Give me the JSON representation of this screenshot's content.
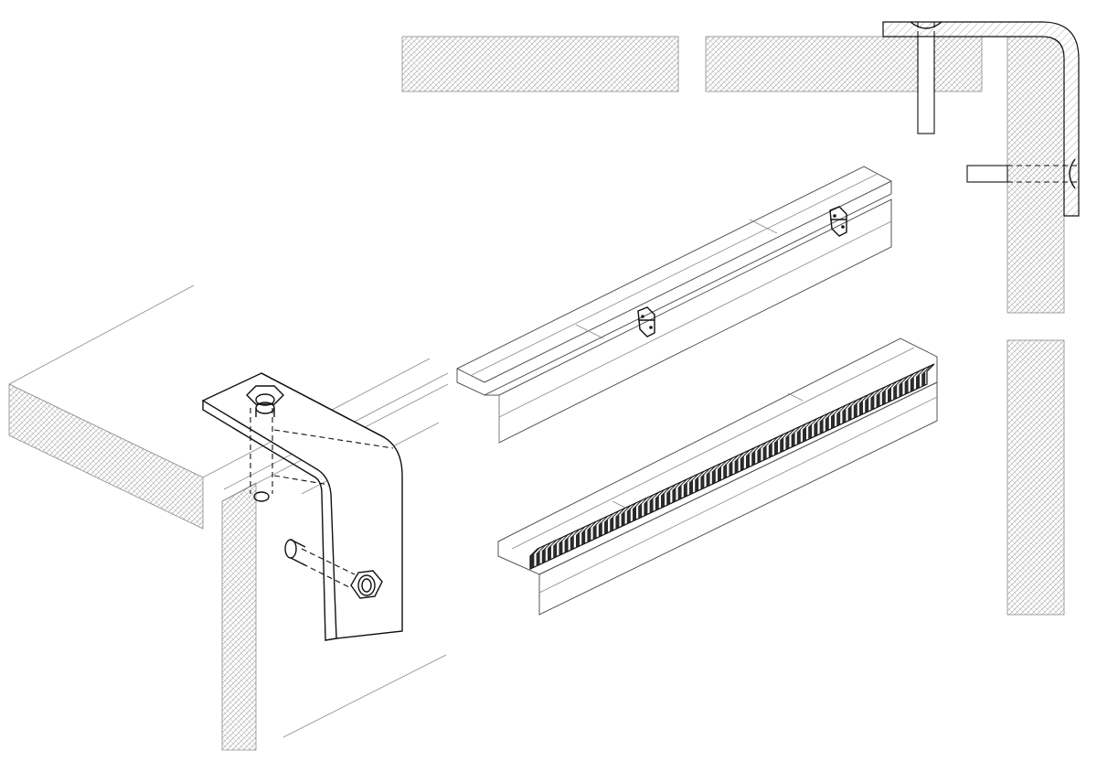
{
  "colors": {
    "background": "#ffffff",
    "line": "#111111",
    "light_line": "#8a8a8a",
    "hatch": "#9a9a9a",
    "tooth_fill": "#2b2b2b"
  },
  "panels": [
    {
      "name": "isometric-bracket-joint"
    },
    {
      "name": "top-view-board-section"
    },
    {
      "name": "top-view-corner-section"
    },
    {
      "name": "side-section-column"
    },
    {
      "name": "isometric-rail-with-clips"
    },
    {
      "name": "isometric-rail-with-bristle-strip"
    }
  ]
}
